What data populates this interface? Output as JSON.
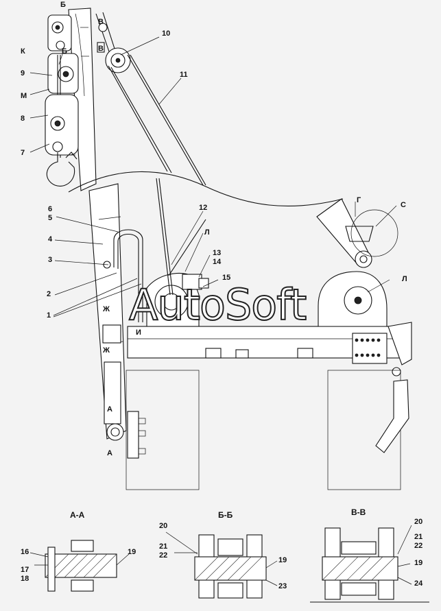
{
  "callouts": {
    "n1": "1",
    "n2": "2",
    "n3": "3",
    "n4": "4",
    "n5": "5",
    "n6": "6",
    "n7": "7",
    "n8": "8",
    "n9": "9",
    "n10": "10",
    "n11": "11",
    "n12": "12",
    "n13": "13",
    "n14": "14",
    "n15": "15",
    "n16": "16",
    "n17": "17",
    "n18": "18",
    "n19a": "19",
    "n19b": "19",
    "n19c": "19",
    "n20a": "20",
    "n20b": "20",
    "n21a": "21",
    "n21b": "21",
    "n22a": "22",
    "n22b": "22",
    "n23": "23",
    "n24": "24"
  },
  "letters": {
    "K": "К",
    "M": "М",
    "B_top": "Б",
    "B_mid": "Б",
    "V_top": "В",
    "V_mid": "В",
    "L_mid": "Л",
    "L_right": "Л",
    "G": "Г",
    "C": "С",
    "Zh_top": "Ж",
    "Zh_bot": "Ж",
    "I": "И",
    "A_top": "А",
    "A_bot": "А"
  },
  "sections": {
    "aa": "А-А",
    "bb": "Б-Б",
    "vv": "В-В"
  },
  "watermark": "AutoSoft"
}
